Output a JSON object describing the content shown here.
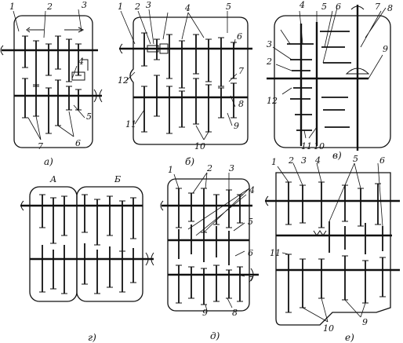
{
  "figure": {
    "panels": [
      {
        "id": "a",
        "caption": "а)",
        "numbers": [
          "1",
          "2",
          "3",
          "4",
          "5",
          "6",
          "7"
        ]
      },
      {
        "id": "b",
        "caption": "б)",
        "numbers": [
          "1",
          "2",
          "3",
          "4",
          "5",
          "6",
          "7",
          "8",
          "9",
          "10",
          "11",
          "12"
        ]
      },
      {
        "id": "v",
        "caption": "в)",
        "numbers": [
          "2",
          "3",
          "4",
          "5",
          "6",
          "7",
          "8",
          "9",
          "10",
          "11",
          "12"
        ]
      },
      {
        "id": "g",
        "caption": "г)",
        "section_labels": [
          "А",
          "Б"
        ]
      },
      {
        "id": "d",
        "caption": "д)",
        "numbers": [
          "1",
          "2",
          "3",
          "4",
          "5",
          "6",
          "7",
          "8",
          "9"
        ]
      },
      {
        "id": "e",
        "caption": "е)",
        "numbers": [
          "1",
          "2",
          "3",
          "4",
          "5",
          "6",
          "9",
          "10",
          "11"
        ]
      }
    ]
  }
}
